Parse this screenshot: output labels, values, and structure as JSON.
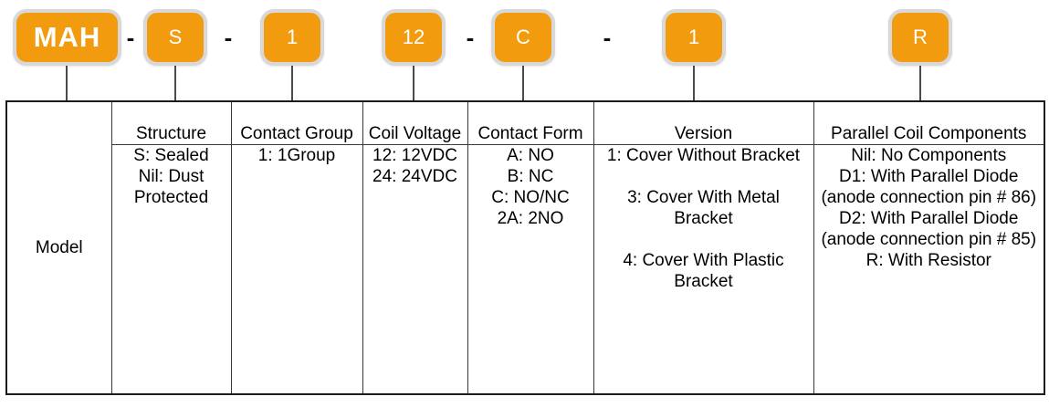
{
  "colors": {
    "badge_bg": "#F29B0E",
    "badge_border": "#D8D8D8",
    "badge_text": "#FFFFFF",
    "table_border": "#3a3a3a"
  },
  "part_code": {
    "separator": "-",
    "segments": [
      {
        "id": "model",
        "label": "MAH"
      },
      {
        "id": "structure",
        "label": "S"
      },
      {
        "id": "contact-group",
        "label": "1"
      },
      {
        "id": "coil-voltage",
        "label": "12"
      },
      {
        "id": "contact-form",
        "label": "C"
      },
      {
        "id": "version",
        "label": "1"
      },
      {
        "id": "parallel-coil-components",
        "label": "R"
      }
    ]
  },
  "table": {
    "model_label": "Model",
    "columns": [
      {
        "header": "Structure",
        "lines": [
          "S: Sealed",
          "Nil: Dust",
          "Protected"
        ]
      },
      {
        "header": "Contact Group",
        "lines": [
          "1: 1Group"
        ]
      },
      {
        "header": "Coil Voltage",
        "lines": [
          "12: 12VDC",
          "24: 24VDC"
        ]
      },
      {
        "header": "Contact Form",
        "lines": [
          "A: NO",
          "B: NC",
          "C: NO/NC",
          "2A: 2NO"
        ]
      },
      {
        "header": "Version",
        "lines": [
          "1: Cover Without Bracket",
          "",
          "3: Cover With Metal",
          "Bracket",
          "",
          "4: Cover With Plastic",
          "Bracket"
        ]
      },
      {
        "header": "Parallel Coil Components",
        "lines": [
          "Nil: No Components",
          "D1: With Parallel Diode",
          "(anode connection pin # 86)",
          "D2: With Parallel Diode",
          "(anode connection pin # 85)",
          "R: With Resistor"
        ]
      }
    ]
  }
}
